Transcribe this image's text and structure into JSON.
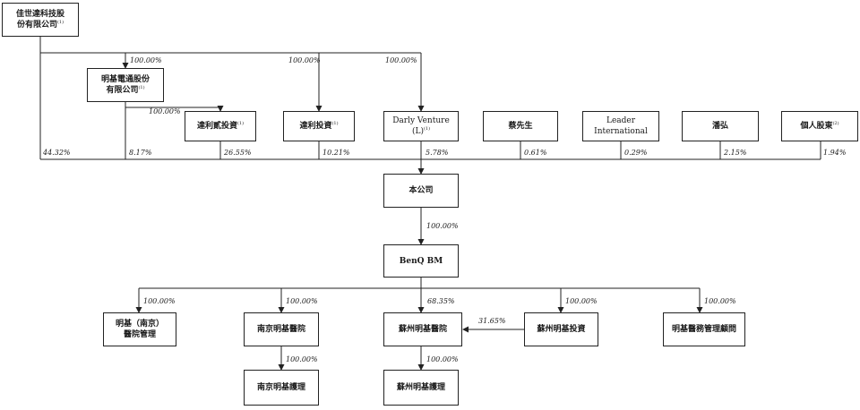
{
  "entities": {
    "qisda": {
      "line1": "佳世達科技股",
      "line2": "份有限公司",
      "note": "(1)"
    },
    "benq_corp": {
      "line1": "明基電通股份",
      "line2": "有限公司",
      "note": "(1)"
    },
    "dali_er": {
      "line1": "達利貳投資",
      "note": "(1)"
    },
    "dali": {
      "line1": "達利投資",
      "note": "(1)"
    },
    "darly": {
      "line1": "Darly Venture",
      "line2": "(L)",
      "note": "(1)"
    },
    "mr_cai": {
      "line1": "蔡先生"
    },
    "leader": {
      "line1": "Leader",
      "line2": "International"
    },
    "panhong": {
      "line1": "潘弘"
    },
    "individual": {
      "line1": "個人股東",
      "note": "(2)"
    },
    "company": {
      "line1": "本公司"
    },
    "benq_bm": {
      "line1": "BenQ BM"
    },
    "nanjing_mgmt": {
      "line1": "明基（南京）",
      "line2": "醫院管理"
    },
    "nanjing_hosp": {
      "line1": "南京明基醫院"
    },
    "suzhou_hosp": {
      "line1": "蘇州明基醫院"
    },
    "suzhou_inv": {
      "line1": "蘇州明基投資"
    },
    "consult": {
      "line1": "明基醫務管理顧問"
    },
    "nanjing_care": {
      "line1": "南京明基護理"
    },
    "suzhou_care": {
      "line1": "蘇州明基護理"
    }
  },
  "percentages": {
    "qisda_benq": "100.00%",
    "qisda_dali": "100.00%",
    "qisda_darly": "100.00%",
    "benq_dalier": "100.00%",
    "qisda_company": "44.32%",
    "benq_company": "8.17%",
    "dalier_company": "26.55%",
    "dali_company": "10.21%",
    "darly_company": "5.78%",
    "cai_company": "0.61%",
    "leader_company": "0.29%",
    "panhong_company": "2.15%",
    "individual_company": "1.94%",
    "company_bm": "100.00%",
    "bm_nanjing_mgmt": "100.00%",
    "bm_nanjing_hosp": "100.00%",
    "bm_suzhou_hosp": "68.35%",
    "bm_suzhou_inv": "100.00%",
    "bm_consult": "100.00%",
    "suzhouinv_suzhouhosp": "31.65%",
    "nanjing_care": "100.00%",
    "suzhou_care": "100.00%"
  }
}
